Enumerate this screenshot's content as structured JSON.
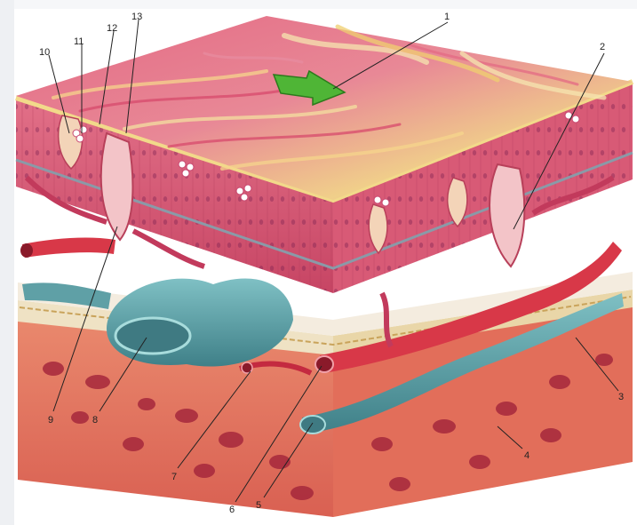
{
  "figure": {
    "labels": [
      {
        "id": "1",
        "text": "1"
      },
      {
        "id": "2",
        "text": "2"
      },
      {
        "id": "3",
        "text": "3"
      },
      {
        "id": "4",
        "text": "4"
      },
      {
        "id": "5",
        "text": "5"
      },
      {
        "id": "6",
        "text": "6"
      },
      {
        "id": "7",
        "text": "7"
      },
      {
        "id": "8",
        "text": "8"
      },
      {
        "id": "9",
        "text": "9"
      },
      {
        "id": "10",
        "text": "10"
      },
      {
        "id": "11",
        "text": "11"
      },
      {
        "id": "12",
        "text": "12"
      },
      {
        "id": "13",
        "text": "13"
      }
    ],
    "colors": {
      "mucosa_pink": "#e0607e",
      "mucosa_dark": "#c23a5c",
      "surface_yellow": "#f2d98a",
      "arrow_green": "#4fb536",
      "vein_teal": "#5fa0a6",
      "artery_red": "#d83848",
      "connective_cream": "#efe2c4",
      "muscle_orange": "#e07a62"
    }
  }
}
